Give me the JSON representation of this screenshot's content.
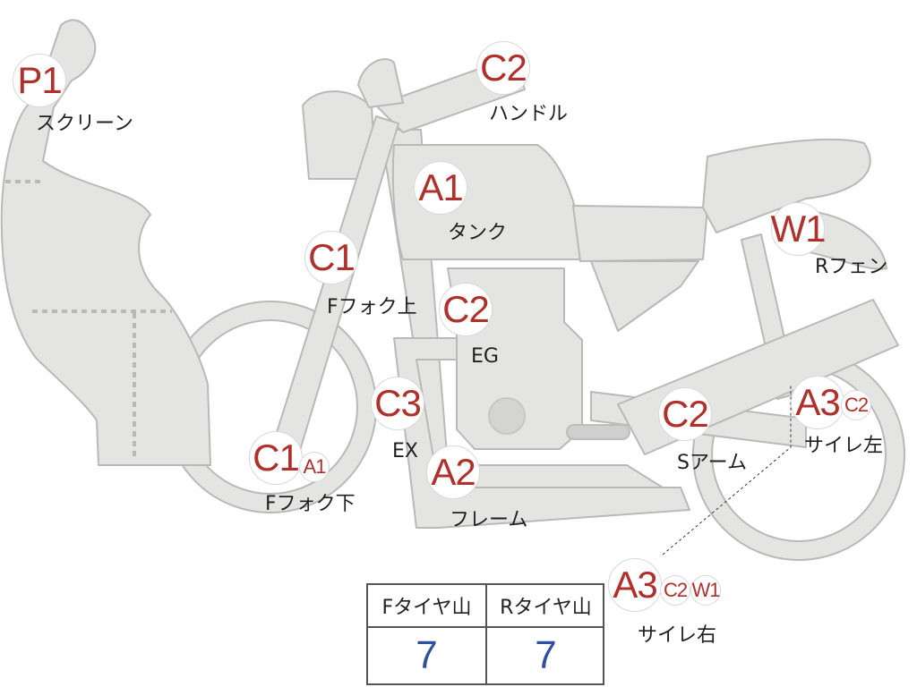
{
  "colors": {
    "body_fill": "#e4e4e2",
    "body_stroke": "#b9b9b7",
    "badge_text": "#b0302c",
    "tread_value": "#2f4fa0"
  },
  "badges": {
    "screen": "P1",
    "handle": "C2",
    "tank": "A1",
    "fork_upper": "C1",
    "engine": "C2",
    "exhaust": "C3",
    "fork_lower_main": "C1",
    "fork_lower_sub": "A1",
    "frame": "A2",
    "swingarm": "C2",
    "rear_fender": "W1",
    "muffler_left_main": "A3",
    "muffler_left_sub": "C2",
    "muffler_right_main": "A3",
    "muffler_right_sub1": "C2",
    "muffler_right_sub2": "W1"
  },
  "labels": {
    "screen": "スクリーン",
    "handle": "ハンドル",
    "tank": "タンク",
    "fork_upper": "Fフォク上",
    "engine": "EG",
    "exhaust": "EX",
    "fork_lower": "Fフォク下",
    "frame": "フレーム",
    "swingarm": "Sアーム",
    "rear_fender": "Rフェン",
    "muffler_left": "サイレ左",
    "muffler_right": "サイレ右"
  },
  "tread_table": {
    "front_header": "Fタイヤ山",
    "rear_header": "Rタイヤ山",
    "front_value": "7",
    "rear_value": "7"
  }
}
